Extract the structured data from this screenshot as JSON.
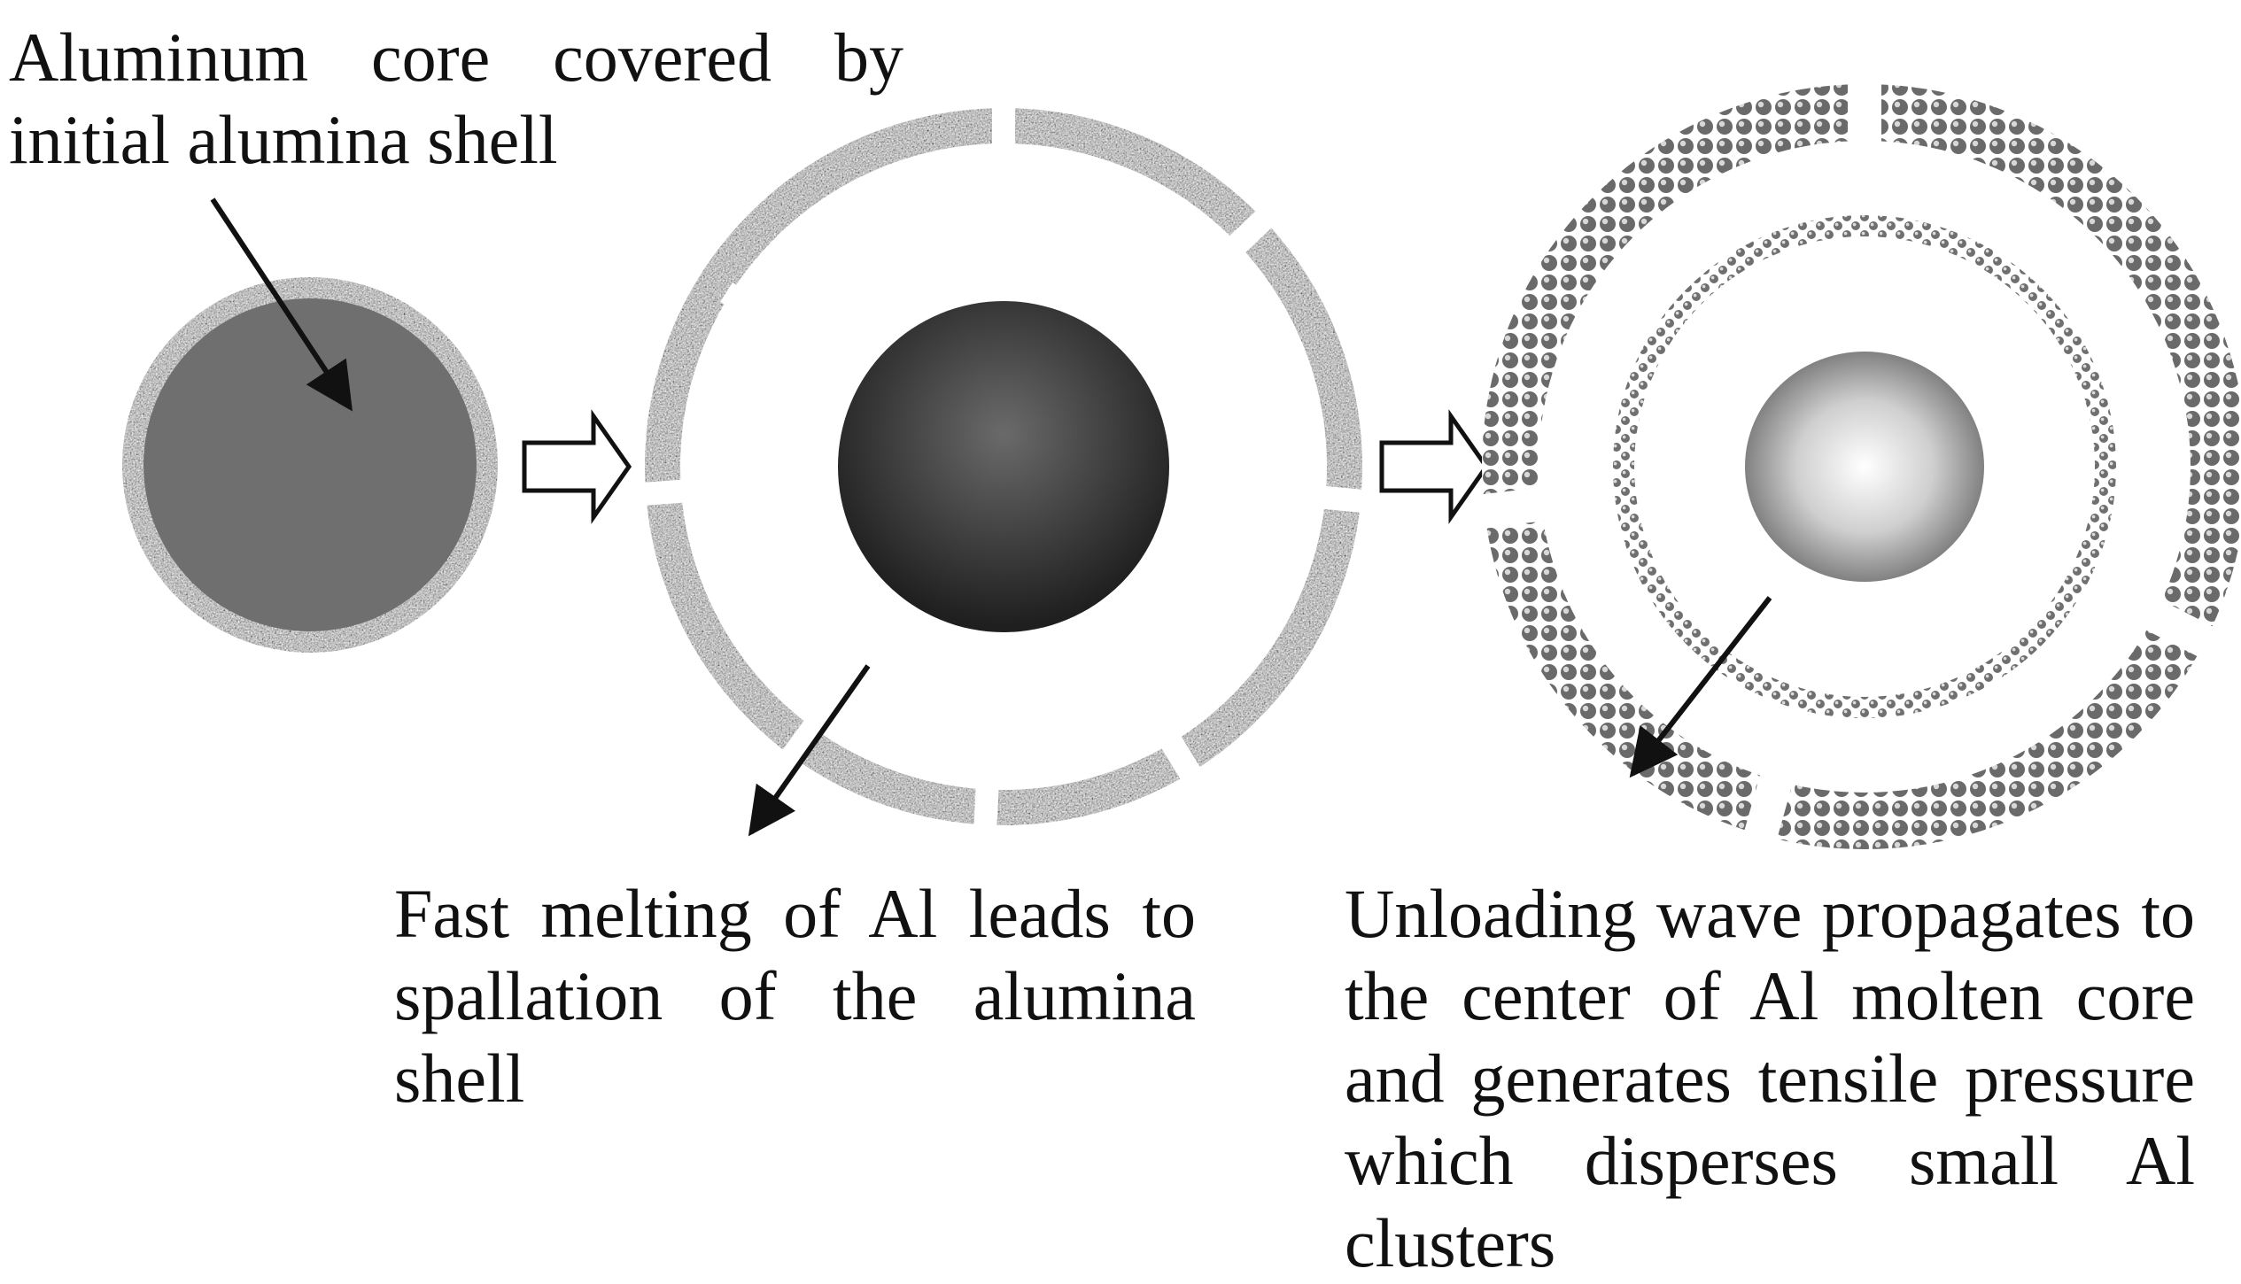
{
  "captions": {
    "initial_state": "Aluminum core covered by initial alumina shell",
    "spallation": "Fast melting of Al leads to spallation of the alumina shell",
    "unloading_wave": "Unloading wave propagates to the center of Al molten core and generates tensile pressure which disperses small Al clusters"
  },
  "stages": [
    {
      "name": "initial-particle",
      "core": "aluminum core",
      "shell": "intact alumina shell"
    },
    {
      "name": "molten-core-spalled-shell",
      "core": "molten Al core",
      "shell": "spalled alumina shell fragments"
    },
    {
      "name": "dispersed-clusters",
      "core": "Al molten core",
      "shell": "dispersed small Al clusters"
    }
  ],
  "colors": {
    "text": "#111111",
    "shell_speckle": "#8a8a8a",
    "core_initial": "#6f6f6f",
    "core_molten_dark": "#2b2b2b",
    "core_bright": "#ffffff",
    "cluster_dots": "#6a6a6a",
    "arrow": "#111111"
  }
}
